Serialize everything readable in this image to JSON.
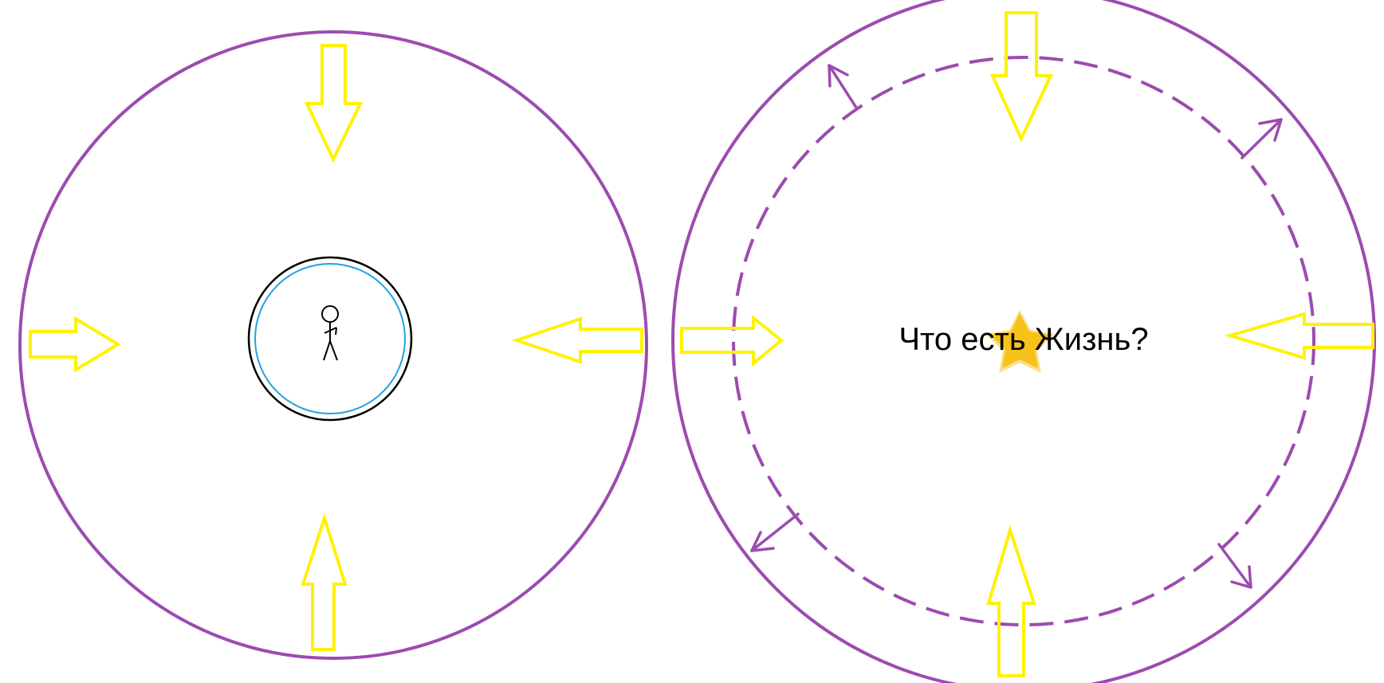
{
  "title": "",
  "caption": "Что есть Жизнь?",
  "colors": {
    "boundary": "#9C4BB0",
    "arrow": "#FFF200",
    "inner_ring_outer": "#000000",
    "inner_ring_inner": "#1FA3E0",
    "star": "#F6C21A",
    "star_glow": "#FBE08A",
    "figure": "#000000",
    "background": "#FFFFFF"
  },
  "icons": {
    "figure": "stick-figure-icon",
    "star": "star-icon"
  },
  "panels": [
    {
      "name": "left-panel",
      "arrow_direction": "inward",
      "center": "stick-figure"
    },
    {
      "name": "right-panel",
      "arrow_direction": "inward",
      "expansion_arrows": "outward",
      "center": "caption"
    }
  ]
}
